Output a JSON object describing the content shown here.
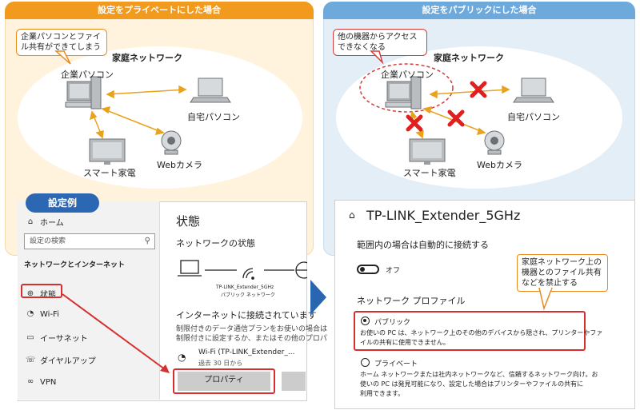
{
  "left_panel": {
    "header": "設定をプライベートにした場合",
    "callout": "企業パソコンとファイル共有ができてしまう",
    "network_label": "家庭ネットワーク",
    "corp_pc": "企業パソコン",
    "home_pc": "自宅パソコン",
    "smart_device": "スマート家電",
    "webcam": "Webカメラ"
  },
  "right_panel": {
    "header": "設定をパブリックにした場合",
    "callout": "他の機器からアクセスできなくなる",
    "network_label": "家庭ネットワーク",
    "corp_pc": "企業パソコン",
    "home_pc": "自宅パソコン",
    "smart_device": "スマート家電",
    "webcam": "Webカメラ"
  },
  "example_tag": "設定例",
  "settings_left": {
    "home": "ホーム",
    "search_placeholder": "設定の検索",
    "section": "ネットワークとインターネット",
    "items": [
      "状態",
      "Wi-Fi",
      "イーサネット",
      "ダイヤルアップ",
      "VPN"
    ],
    "title": "状態",
    "network_status": "ネットワークの状態",
    "ssid_small": "TP-LINK_Extender_5GHz",
    "net_type_small": "パブリック ネットワーク",
    "connected": "インターネットに接続されています",
    "desc1": "制限付きのデータ通信プランをお使いの場合は",
    "desc2": "制限付きに設定するか、またはその他のプロパ",
    "wifi_name": "Wi-Fi (TP-LINK_Extender_...",
    "wifi_usage": "過去 30 日から",
    "properties_button": "プロパティ"
  },
  "settings_right": {
    "title": "TP-LINK_Extender_5GHz",
    "auto_connect": "範囲内の場合は自動的に接続する",
    "toggle_state": "オフ",
    "profile_heading": "ネットワーク プロファイル",
    "public_label": "パブリック",
    "public_desc1": "お使いの PC は、ネットワーク上のその他のデバイスから隠され、プリンターやファ",
    "public_desc2": "イルの共有に使用できません。",
    "private_label": "プライベート",
    "private_desc1": "ホーム ネットワークまたは社内ネットワークなど、信頼するネットワーク向け。お",
    "private_desc2": "使いの PC は発見可能になり、設定した場合はプリンターやファイルの共有に",
    "private_desc3": "利用できます。",
    "callout": "家庭ネットワーク上の機器とのファイル共有などを禁止する"
  },
  "colors": {
    "orange": "#f29a1e",
    "blue": "#6ea9dc",
    "red": "#d62f2f",
    "dark_blue": "#2b67b3"
  }
}
